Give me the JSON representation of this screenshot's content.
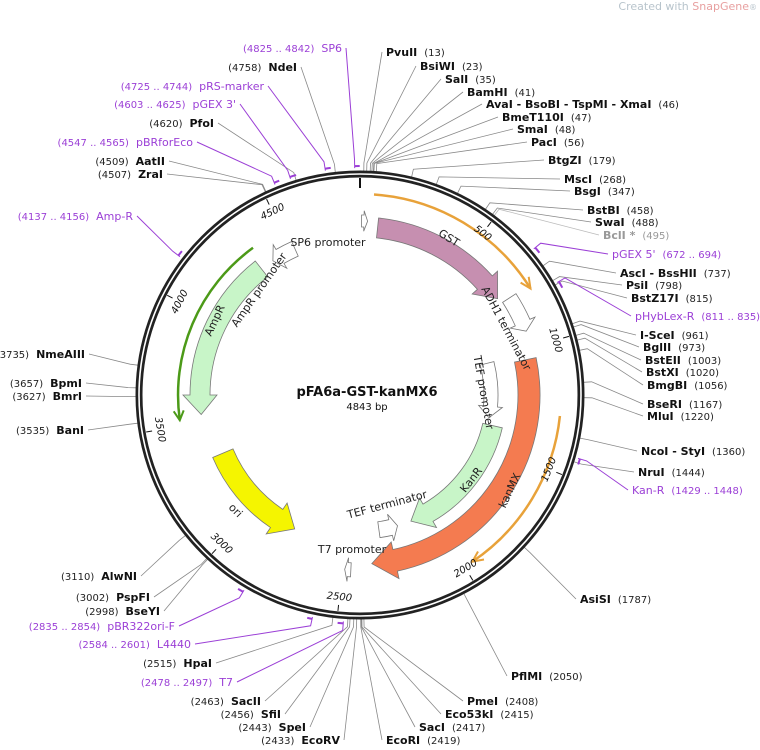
{
  "watermark": {
    "prefix": "Created with ",
    "brand": "SnapGene",
    "suffix": "®"
  },
  "plasmid": {
    "name": "pFA6a-GST-kanMX6",
    "size_label": "4843 bp",
    "length": 4843
  },
  "colors": {
    "primer": "#9b3fd6",
    "gst": "#c68fb0",
    "kanmx": "#f47b50",
    "kanr": "#c8f5c8",
    "ampr": "#c8f5c8",
    "ori": "#f5f500",
    "orf_line": "#e8a23a",
    "ampr_line": "#4c9a18"
  },
  "ticks": [
    "500",
    "1000",
    "1500",
    "2000",
    "2500",
    "3000",
    "3500",
    "4000",
    "4500"
  ],
  "features": [
    {
      "name": "SP6 promoter"
    },
    {
      "name": "GST"
    },
    {
      "name": "ADH1 terminator"
    },
    {
      "name": "TEF promoter"
    },
    {
      "name": "KanR"
    },
    {
      "name": "kanMX"
    },
    {
      "name": "TEF terminator"
    },
    {
      "name": "T7 promoter"
    },
    {
      "name": "ori"
    },
    {
      "name": "AmpR"
    },
    {
      "name": "AmpR promoter"
    }
  ],
  "sites": [
    {
      "name": "PvuII",
      "pos": "(13)",
      "kind": "enzyme"
    },
    {
      "name": "BsiWI",
      "pos": "(23)",
      "kind": "enzyme"
    },
    {
      "name": "SalI",
      "pos": "(35)",
      "kind": "enzyme"
    },
    {
      "name": "BamHI",
      "pos": "(41)",
      "kind": "enzyme"
    },
    {
      "name": "AvaI - BsoBI - TspMI - XmaI",
      "pos": "(46)",
      "kind": "enzyme"
    },
    {
      "name": "BmeT110I",
      "pos": "(47)",
      "kind": "enzyme"
    },
    {
      "name": "SmaI",
      "pos": "(48)",
      "kind": "enzyme"
    },
    {
      "name": "PacI",
      "pos": "(56)",
      "kind": "enzyme"
    },
    {
      "name": "BtgZI",
      "pos": "(179)",
      "kind": "enzyme"
    },
    {
      "name": "MscI",
      "pos": "(268)",
      "kind": "enzyme"
    },
    {
      "name": "BsgI",
      "pos": "(347)",
      "kind": "enzyme"
    },
    {
      "name": "BstBI",
      "pos": "(458)",
      "kind": "enzyme"
    },
    {
      "name": "SwaI",
      "pos": "(488)",
      "kind": "enzyme"
    },
    {
      "name": "BclI *",
      "pos": "(495)",
      "kind": "blocked"
    },
    {
      "name": "pGEX 5'",
      "pos": "(672 .. 694)",
      "kind": "primer"
    },
    {
      "name": "AscI - BssHII",
      "pos": "(737)",
      "kind": "enzyme"
    },
    {
      "name": "PsiI",
      "pos": "(798)",
      "kind": "enzyme"
    },
    {
      "name": "BstZ17I",
      "pos": "(815)",
      "kind": "enzyme"
    },
    {
      "name": "pHybLex-R",
      "pos": "(811 .. 835)",
      "kind": "primer"
    },
    {
      "name": "I-SceI",
      "pos": "(961)",
      "kind": "enzyme"
    },
    {
      "name": "BglII",
      "pos": "(973)",
      "kind": "enzyme"
    },
    {
      "name": "BstEII",
      "pos": "(1003)",
      "kind": "enzyme"
    },
    {
      "name": "BstXI",
      "pos": "(1020)",
      "kind": "enzyme"
    },
    {
      "name": "BmgBI",
      "pos": "(1056)",
      "kind": "enzyme"
    },
    {
      "name": "BseRI",
      "pos": "(1167)",
      "kind": "enzyme"
    },
    {
      "name": "MluI",
      "pos": "(1220)",
      "kind": "enzyme"
    },
    {
      "name": "NcoI - StyI",
      "pos": "(1360)",
      "kind": "enzyme"
    },
    {
      "name": "NruI",
      "pos": "(1444)",
      "kind": "enzyme"
    },
    {
      "name": "Kan-R",
      "pos": "(1429 .. 1448)",
      "kind": "primer"
    },
    {
      "name": "AsiSI",
      "pos": "(1787)",
      "kind": "enzyme"
    },
    {
      "name": "PflMI",
      "pos": "(2050)",
      "kind": "enzyme"
    },
    {
      "name": "PmeI",
      "pos": "(2408)",
      "kind": "enzyme"
    },
    {
      "name": "Eco53kI",
      "pos": "(2415)",
      "kind": "enzyme"
    },
    {
      "name": "SacI",
      "pos": "(2417)",
      "kind": "enzyme"
    },
    {
      "name": "EcoRI",
      "pos": "(2419)",
      "kind": "enzyme"
    },
    {
      "name": "EcoRV",
      "pos": "(2433)",
      "kind": "enzyme"
    },
    {
      "name": "SpeI",
      "pos": "(2443)",
      "kind": "enzyme"
    },
    {
      "name": "SfiI",
      "pos": "(2456)",
      "kind": "enzyme"
    },
    {
      "name": "SacII",
      "pos": "(2463)",
      "kind": "enzyme"
    },
    {
      "name": "T7",
      "pos": "(2478 .. 2497)",
      "kind": "primer"
    },
    {
      "name": "HpaI",
      "pos": "(2515)",
      "kind": "enzyme"
    },
    {
      "name": "L4440",
      "pos": "(2584 .. 2601)",
      "kind": "primer"
    },
    {
      "name": "pBR322ori-F",
      "pos": "(2835 .. 2854)",
      "kind": "primer"
    },
    {
      "name": "BseYI",
      "pos": "(2998)",
      "kind": "enzyme"
    },
    {
      "name": "PspFI",
      "pos": "(3002)",
      "kind": "enzyme"
    },
    {
      "name": "AlwNI",
      "pos": "(3110)",
      "kind": "enzyme"
    },
    {
      "name": "BanI",
      "pos": "(3535)",
      "kind": "enzyme"
    },
    {
      "name": "BmrI",
      "pos": "(3627)",
      "kind": "enzyme"
    },
    {
      "name": "BpmI",
      "pos": "(3657)",
      "kind": "enzyme"
    },
    {
      "name": "NmeAIII",
      "pos": "(3735)",
      "kind": "enzyme"
    },
    {
      "name": "Amp-R",
      "pos": "(4137 .. 4156)",
      "kind": "primer"
    },
    {
      "name": "ZraI",
      "pos": "(4507)",
      "kind": "enzyme"
    },
    {
      "name": "AatII",
      "pos": "(4509)",
      "kind": "enzyme"
    },
    {
      "name": "pBRforEco",
      "pos": "(4547 .. 4565)",
      "kind": "primer"
    },
    {
      "name": "PfoI",
      "pos": "(4620)",
      "kind": "enzyme"
    },
    {
      "name": "pGEX 3'",
      "pos": "(4603 .. 4625)",
      "kind": "primer"
    },
    {
      "name": "pRS-marker",
      "pos": "(4725 .. 4744)",
      "kind": "primer"
    },
    {
      "name": "NdeI",
      "pos": "(4758)",
      "kind": "enzyme"
    },
    {
      "name": "SP6",
      "pos": "(4825 .. 4842)",
      "kind": "primer"
    }
  ]
}
